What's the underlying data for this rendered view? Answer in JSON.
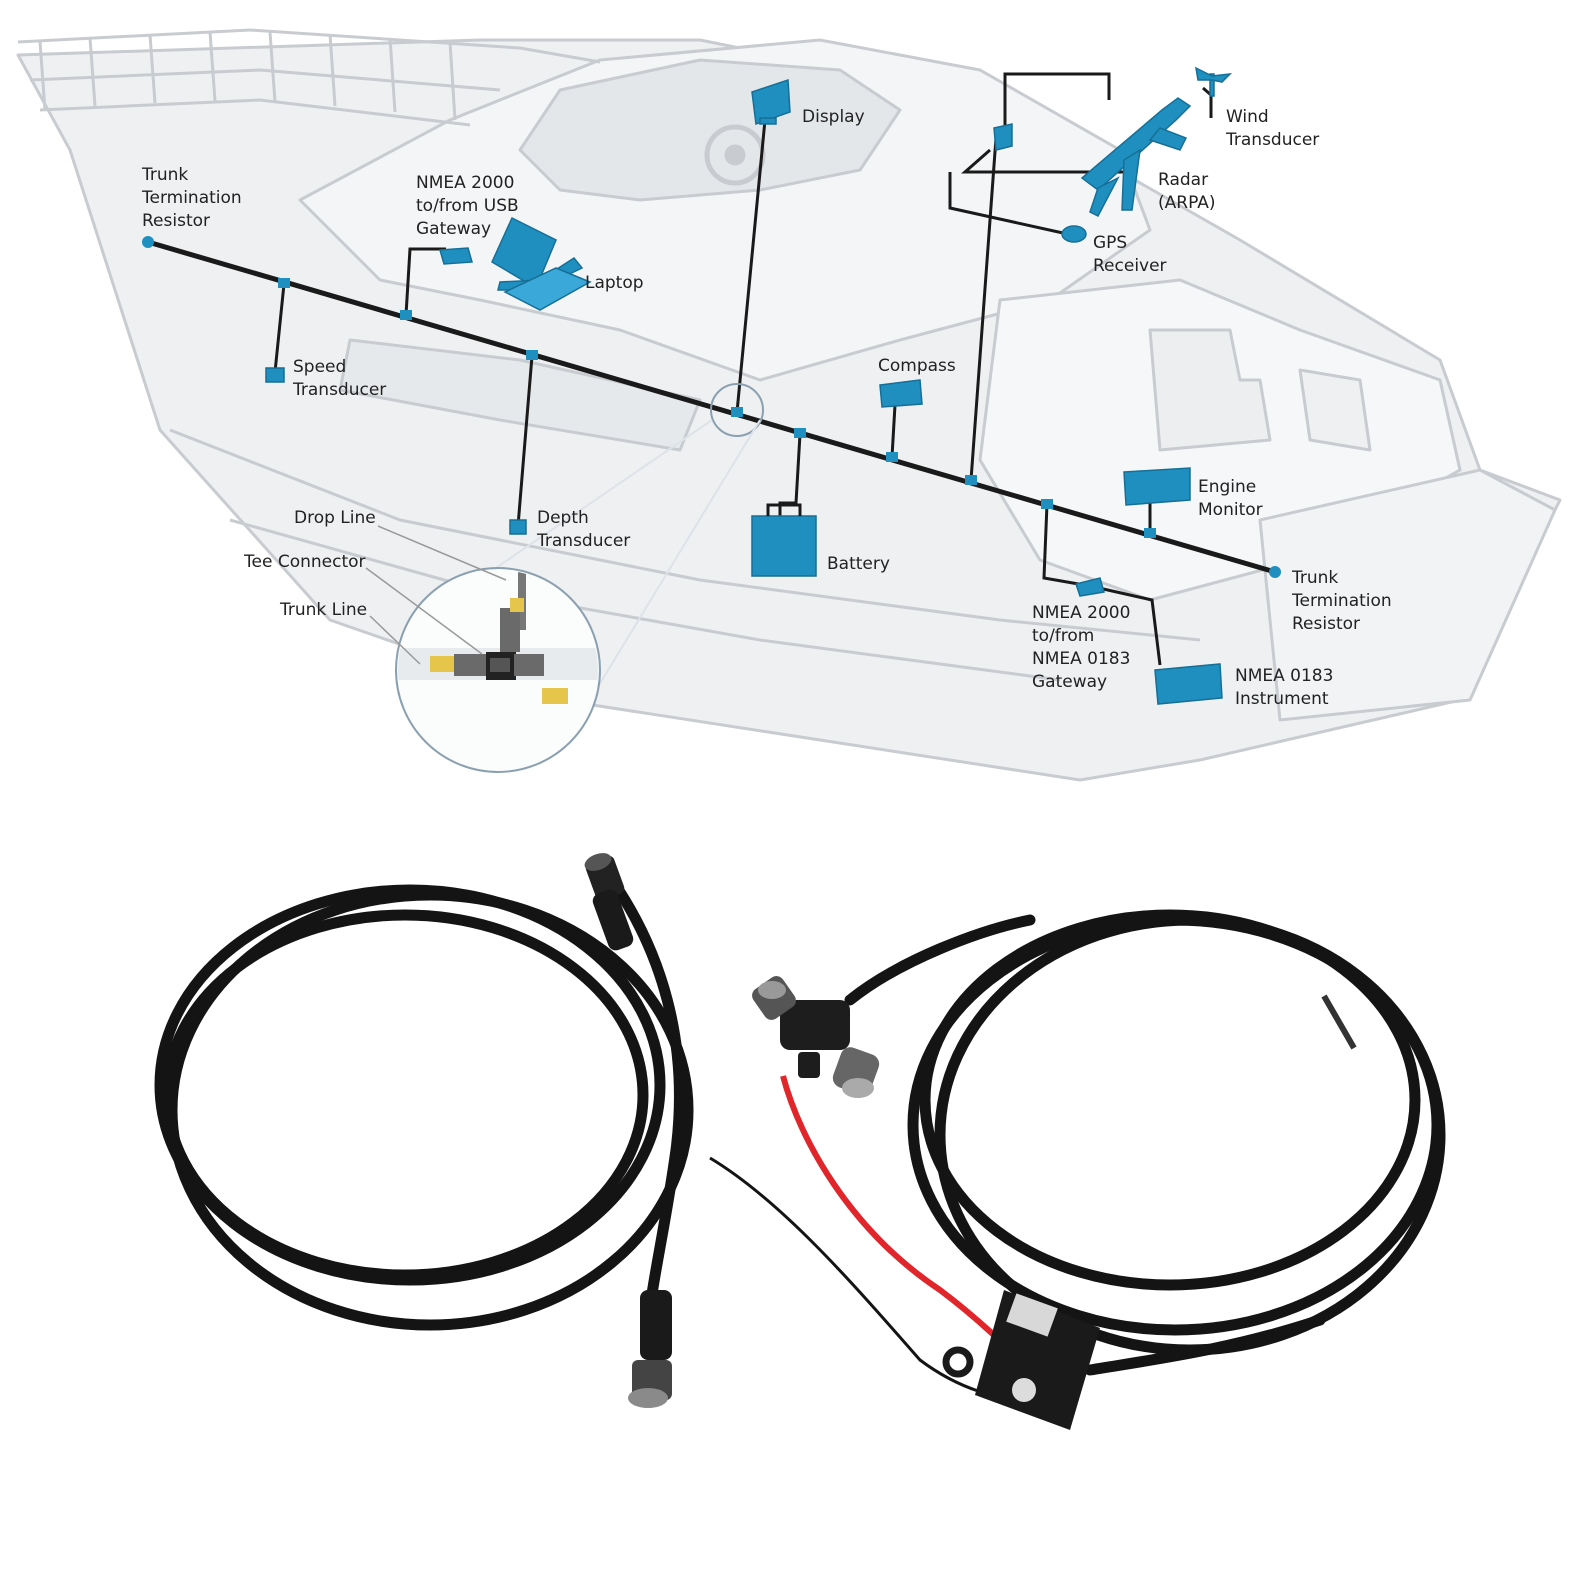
{
  "colors": {
    "device_blue": "#1f8fc0",
    "trunk_line": "#1a1a1a",
    "boat_outline": "#c8ccd0",
    "boat_fill": "#eef0f2",
    "cable_black": "#141414",
    "wire_red": "#e0262a",
    "connector_gold": "#e6c64a"
  },
  "labels": {
    "trunk_term_left": [
      "Trunk",
      "Termination",
      "Resistor"
    ],
    "gateway_usb": [
      "NMEA 2000",
      "to/from USB",
      "Gateway"
    ],
    "display": "Display",
    "laptop": "Laptop",
    "wind": [
      "Wind",
      "Transducer"
    ],
    "radar": [
      "Radar",
      "(ARPA)"
    ],
    "gps": [
      "GPS",
      "Receiver"
    ],
    "speed": [
      "Speed",
      "Transducer"
    ],
    "compass": "Compass",
    "engine": [
      "Engine",
      "Monitor"
    ],
    "depth": [
      "Depth",
      "Transducer"
    ],
    "battery": "Battery",
    "trunk_term_right": [
      "Trunk",
      "Termination",
      "Resistor"
    ],
    "gateway_0183": [
      "NMEA 2000",
      "to/from",
      "NMEA 0183",
      "Gateway"
    ],
    "instrument": [
      "NMEA 0183",
      "Instrument"
    ],
    "drop_line": "Drop Line",
    "tee_connector": "Tee Connector",
    "trunk_line": "Trunk Line"
  },
  "icons": [
    "boat-outline",
    "trunk-cable",
    "tee-connector",
    "laptop-icon",
    "display-icon",
    "radar-icon",
    "wind-vane-icon",
    "battery-icon",
    "coiled-cable-photo",
    "fuse-holder-photo"
  ]
}
